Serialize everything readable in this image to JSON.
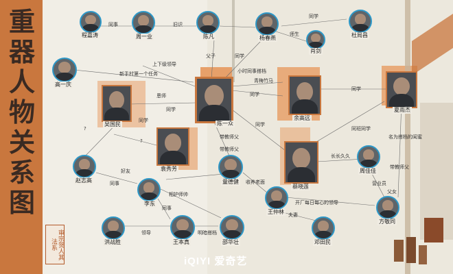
{
  "title_lines": [
    "重",
    "器",
    "人",
    "物",
    "关",
    "系",
    "图"
  ],
  "stamp_text": "审宗贺人其法系",
  "watermark": "iQIYI 爱奇艺",
  "colors": {
    "accent": "#c9773e",
    "ring": "#2d98c8",
    "background": "#ece8dd"
  },
  "people": [
    {
      "id": "p1",
      "name": "程嘉涛"
    },
    {
      "id": "p2",
      "name": "周一业"
    },
    {
      "id": "p3",
      "name": "陈凡"
    },
    {
      "id": "p4",
      "name": "杨春燕"
    },
    {
      "id": "p5",
      "name": "肖剑"
    },
    {
      "id": "p6",
      "name": "杜局昌"
    },
    {
      "id": "p7",
      "name": "高一庆"
    },
    {
      "id": "p8",
      "name": "陈一众"
    },
    {
      "id": "p9",
      "name": "余高远"
    },
    {
      "id": "p10",
      "name": "夏雨杰"
    },
    {
      "id": "p11",
      "name": "吴国民"
    },
    {
      "id": "p12",
      "name": "袁秀芳"
    },
    {
      "id": "p13",
      "name": "蔡晓莲"
    },
    {
      "id": "p14",
      "name": "赵志高"
    },
    {
      "id": "p15",
      "name": "童德健"
    },
    {
      "id": "p16",
      "name": "周佳佳"
    },
    {
      "id": "p17",
      "name": "李东"
    },
    {
      "id": "p18",
      "name": "王仲林"
    },
    {
      "id": "p19",
      "name": "方敬同"
    },
    {
      "id": "p20",
      "name": "洪战胜"
    },
    {
      "id": "p21",
      "name": "王本真"
    },
    {
      "id": "p22",
      "name": "邵华壮"
    },
    {
      "id": "p23",
      "name": "邓田民"
    }
  ],
  "relations": [
    {
      "text": "同事"
    },
    {
      "text": "旧识"
    },
    {
      "text": "同学"
    },
    {
      "text": "师生"
    },
    {
      "text": "父子"
    },
    {
      "text": "同学"
    },
    {
      "text": "上下级领导"
    },
    {
      "text": "新手村第一个任务"
    },
    {
      "text": "小时同事搭档"
    },
    {
      "text": "青梅竹马"
    },
    {
      "text": "同学"
    },
    {
      "text": "同学"
    },
    {
      "text": "同学"
    },
    {
      "text": "恩师"
    },
    {
      "text": "同学"
    },
    {
      "text": "同学"
    },
    {
      "text": "?"
    },
    {
      "text": "?"
    },
    {
      "text": "带教师父"
    },
    {
      "text": "带教师父"
    },
    {
      "text": "同班同学"
    },
    {
      "text": "长长久久"
    },
    {
      "text": "名为搭档的闺蜜"
    },
    {
      "text": "带教师父"
    },
    {
      "text": "营业员"
    },
    {
      "text": "父女"
    },
    {
      "text": "收养老面"
    },
    {
      "text": "同事"
    },
    {
      "text": "好友"
    },
    {
      "text": "相护师帅"
    },
    {
      "text": "开厂每日每心的领导"
    },
    {
      "text": "领导"
    },
    {
      "text": "明暗搭档"
    },
    {
      "text": "夫妻"
    },
    {
      "text": "同事"
    }
  ]
}
